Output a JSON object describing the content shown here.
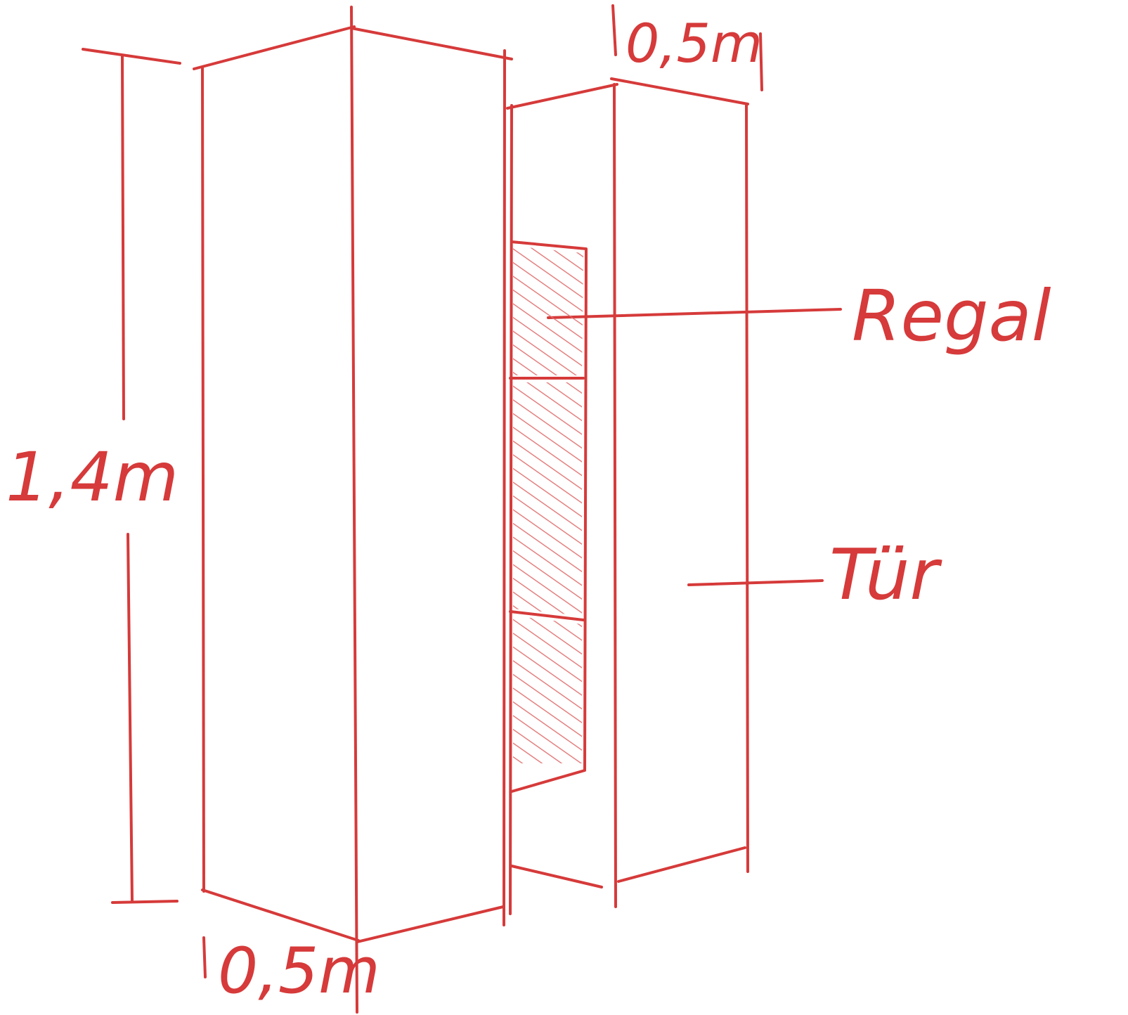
{
  "diagram": {
    "ink_color": "#d63a3a",
    "hatch_color": "#e06a6a",
    "labels": {
      "height": "1,4m",
      "bottom_width": "0,5m",
      "top_width": "0,5m",
      "shelf": "Regal",
      "door": "Tür"
    }
  }
}
